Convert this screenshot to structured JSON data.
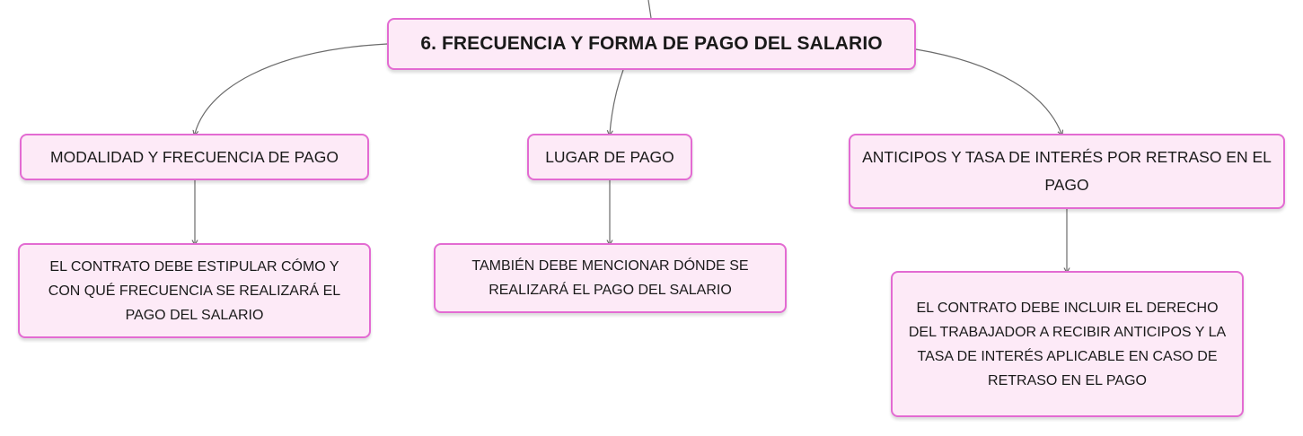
{
  "diagram": {
    "root": {
      "label": "6. FRECUENCIA Y FORMA DE PAGO DEL SALARIO"
    },
    "branches": [
      {
        "label": "MODALIDAD Y FRECUENCIA DE PAGO",
        "detail": "EL CONTRATO DEBE ESTIPULAR CÓMO Y CON QUÉ FRECUENCIA SE REALIZARÁ EL PAGO DEL SALARIO"
      },
      {
        "label": "LUGAR DE PAGO",
        "detail": "TAMBIÉN DEBE MENCIONAR DÓNDE SE REALIZARÁ EL PAGO DEL SALARIO"
      },
      {
        "label": "ANTICIPOS Y TASA DE INTERÉS POR RETRASO EN EL PAGO",
        "detail": "EL CONTRATO DEBE INCLUIR EL DERECHO DEL TRABAJADOR A RECIBIR ANTICIPOS Y LA TASA DE INTERÉS APLICABLE EN CASO DE RETRASO EN EL PAGO"
      }
    ]
  },
  "colors": {
    "node_fill": "#fdeaf7",
    "node_border": "#e36bd2",
    "connector": "#6b6b6b",
    "text": "#1a1a1a"
  }
}
